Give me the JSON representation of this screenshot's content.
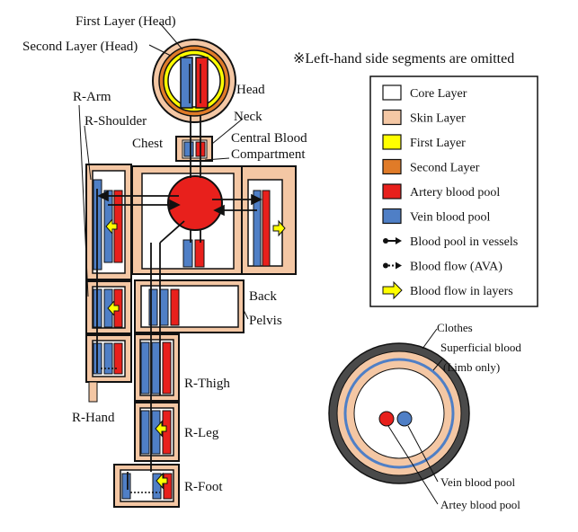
{
  "labels": {
    "first_layer_head": "First Layer (Head)",
    "second_layer_head": "Second Layer (Head)",
    "head": "Head",
    "neck": "Neck",
    "r_arm": "R-Arm",
    "r_shoulder": "R-Shoulder",
    "chest": "Chest",
    "central_blood_1": "Central Blood",
    "central_blood_2": "Compartment",
    "back": "Back",
    "pelvis": "Pelvis",
    "r_thigh": "R-Thigh",
    "r_hand": "R-Hand",
    "r_leg": "R-Leg",
    "r_foot": "R-Foot"
  },
  "note": "※Left-hand side segments are omitted",
  "legend": [
    {
      "label": "Core Layer",
      "kind": "swatch",
      "color": "#ffffff"
    },
    {
      "label": "Skin Layer",
      "kind": "swatch",
      "color": "#f4c7a4"
    },
    {
      "label": "First Layer",
      "kind": "swatch",
      "color": "#ffff00"
    },
    {
      "label": "Second Layer",
      "kind": "swatch",
      "color": "#e07b28"
    },
    {
      "label": "Artery blood pool",
      "kind": "swatch",
      "color": "#e8201c"
    },
    {
      "label": "Vein blood pool",
      "kind": "swatch",
      "color": "#4f7fc6"
    },
    {
      "label": "Blood pool in vessels",
      "kind": "arrow-solid"
    },
    {
      "label": "Blood flow (AVA)",
      "kind": "arrow-dotted"
    },
    {
      "label": "Blood flow in layers",
      "kind": "arrow-fat"
    }
  ],
  "cross_section": {
    "clothes": "Clothes",
    "superficial_1": "Superficial blood",
    "superficial_2": "(Limb only)",
    "vein": "Vein blood pool",
    "artery": "Artey blood pool"
  },
  "colors": {
    "skin": "#f4c7a4",
    "artery": "#e8201c",
    "vein": "#4f7fc6",
    "first_layer": "#ffff00",
    "second_layer": "#e07b28",
    "clothes": "#4a4a4a"
  }
}
